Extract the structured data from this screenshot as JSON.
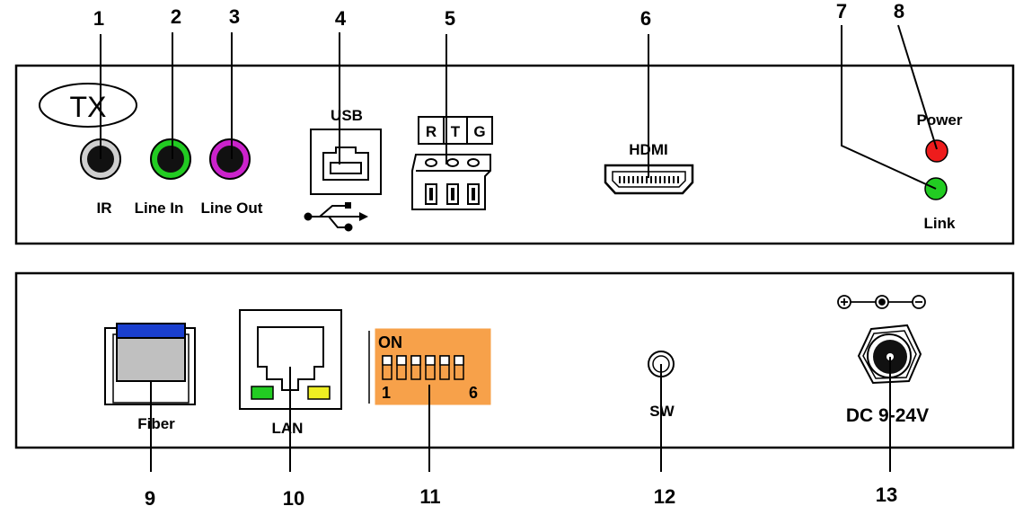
{
  "top_panel": {
    "badge": "TX",
    "labels": {
      "ir": "IR",
      "line_in": "Line In",
      "line_out": "Line Out",
      "usb": "USB",
      "hdmi": "HDMI",
      "power": "Power",
      "link": "Link"
    },
    "rs232_pins": [
      "R",
      "T",
      "G"
    ]
  },
  "bottom_panel": {
    "labels": {
      "fiber": "Fiber",
      "lan": "LAN",
      "sw": "SW",
      "dc": "DC 9-24V"
    },
    "dip": {
      "on": "ON",
      "first": "1",
      "last": "6"
    }
  },
  "callouts": [
    "1",
    "2",
    "3",
    "4",
    "5",
    "6",
    "7",
    "8",
    "9",
    "10",
    "11",
    "12",
    "13"
  ],
  "colors": {
    "ir_ring": "#cfcfcf",
    "line_in_ring": "#22cc22",
    "line_out_ring": "#cc22cc",
    "power_led": "#ee1c1c",
    "link_led": "#22cc22",
    "fiber_cap": "#1a3fcf",
    "fiber_body": "#c0c0c0",
    "lan_led_left": "#22cc22",
    "lan_led_right": "#eeee22",
    "dip_switch": "#f7a14a"
  }
}
